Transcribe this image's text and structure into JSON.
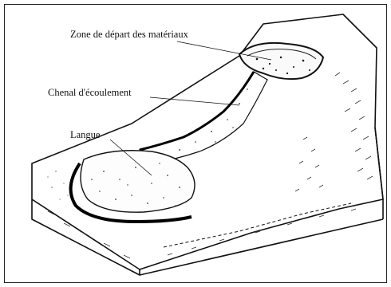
{
  "diagram": {
    "labels": {
      "source_zone": "Zone de départ des matériaux",
      "channel": "Chenal d'écoulement",
      "tongue": "Langue"
    }
  }
}
